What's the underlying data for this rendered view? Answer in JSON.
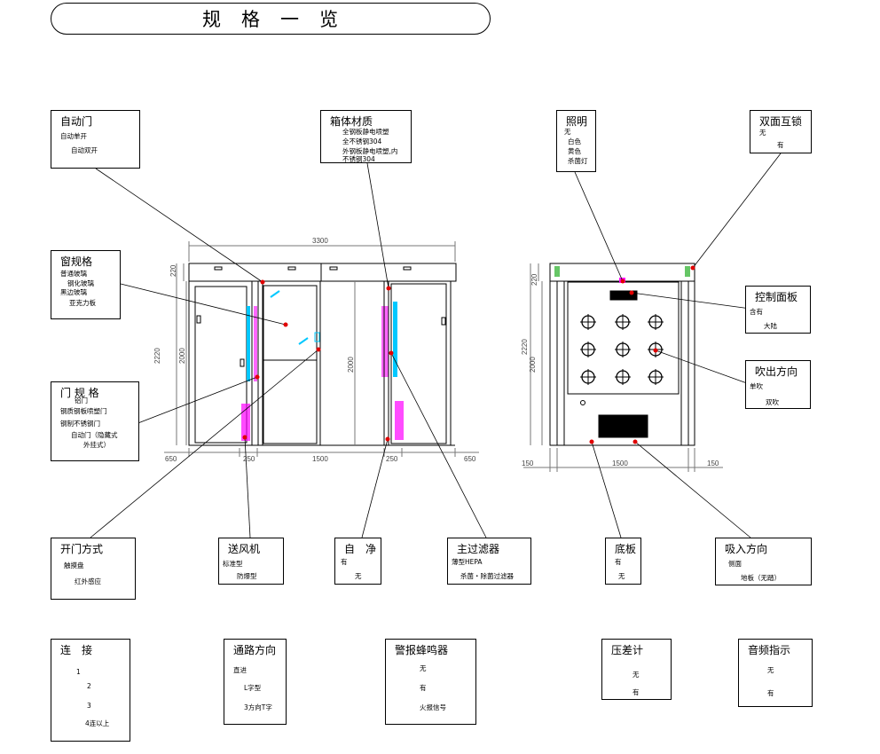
{
  "title": "规　格　一　览",
  "drawing": {
    "dim_3300": "3300",
    "dim_220": "220",
    "dim_2220": "2220",
    "dim_2000": "2000",
    "dim_650": "650",
    "dim_250": "250",
    "dim_1500": "1500",
    "dim_150": "150"
  },
  "boxes": {
    "auto_door": {
      "title": "自动门",
      "items": [
        "自动单开",
        "自动双开"
      ]
    },
    "cabinet_material": {
      "title": "箱体材质",
      "items": [
        "全钢板静电喷塑",
        "全不锈钢304",
        "外钢板静电喷塑,内",
        "不锈钢304"
      ]
    },
    "lighting": {
      "title": "照明",
      "items": [
        "无",
        "白色",
        "黄色",
        "杀菌灯"
      ]
    },
    "interlock": {
      "title": "双面互锁",
      "items": [
        "无",
        "有"
      ]
    },
    "window": {
      "title": "窗规格",
      "items": [
        "普通玻璃",
        "钢化玻璃",
        "黑边玻璃",
        "亚克力板"
      ]
    },
    "control_panel": {
      "title": "控制面板",
      "items": [
        "含有",
        "大陆"
      ]
    },
    "blow_direction": {
      "title": "吹出方向",
      "items": [
        "单吹",
        "双吹"
      ]
    },
    "door_spec": {
      "title": "门 规 格",
      "items": [
        "铝门",
        "钢质钢板喷塑门",
        "钢制不锈钢门",
        "自动门（隐藏式",
        "外挂式）"
      ]
    },
    "door_open": {
      "title": "开门方式",
      "items": [
        "触摸盘",
        "红外感应"
      ]
    },
    "fan": {
      "title": "送风机",
      "items": [
        "标准型",
        "防爆型"
      ]
    },
    "self_clean": {
      "title": "自　净",
      "items": [
        "有",
        "无"
      ]
    },
    "main_filter": {
      "title": "主过滤器",
      "items": [
        "薄型HEPA",
        "杀菌・除菌过滤器"
      ]
    },
    "floor": {
      "title": "底板",
      "items": [
        "有",
        "无"
      ]
    },
    "intake": {
      "title": "吸入方向",
      "items": [
        "侧面",
        "地板（无踏）"
      ]
    },
    "connection": {
      "title": "连　接",
      "items": [
        "1",
        "2",
        "3",
        "4连以上"
      ]
    },
    "passage": {
      "title": "通路方向",
      "items": [
        "直进",
        "L字型",
        "3方向T字"
      ]
    },
    "buzzer": {
      "title": "警报蜂鸣器",
      "items": [
        "无",
        "有",
        "火报信号"
      ]
    },
    "diff_pressure": {
      "title": "压差计",
      "items": [
        "无",
        "有"
      ]
    },
    "audio": {
      "title": "音频指示",
      "items": [
        "无",
        "有"
      ]
    }
  },
  "colors": {
    "line": "#000000",
    "magenta": "#ff00ff",
    "cyan": "#00c8ff",
    "red": "#e00000",
    "green": "#00a000"
  }
}
